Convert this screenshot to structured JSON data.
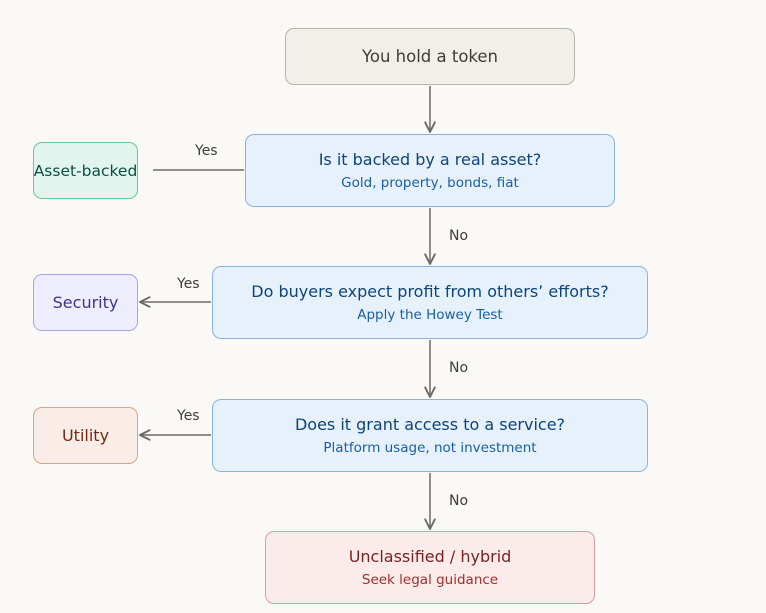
{
  "start": {
    "title": "You hold a token"
  },
  "questions": [
    {
      "title": "Is it backed by a real asset?",
      "subtitle": "Gold, property, bonds, fiat"
    },
    {
      "title": "Do buyers expect profit from others’ efforts?",
      "subtitle": "Apply the Howey Test"
    },
    {
      "title": "Does it grant access to a service?",
      "subtitle": "Platform usage, not investment"
    }
  ],
  "outcomes": [
    {
      "label": "Asset-backed"
    },
    {
      "label": "Security"
    },
    {
      "label": "Utility"
    }
  ],
  "final": {
    "title": "Unclassified / hybrid",
    "subtitle": "Seek legal guidance"
  },
  "edge_labels": {
    "yes": "Yes",
    "no": "No"
  },
  "colors": {
    "background": "#faf9f5",
    "question_fill": "#e6f1fb",
    "asset_backed_fill": "#e1f5ee",
    "security_fill": "#eeedfe",
    "utility_fill": "#faece7",
    "final_fill": "#fcebeb",
    "connector": "#6b6b68"
  }
}
